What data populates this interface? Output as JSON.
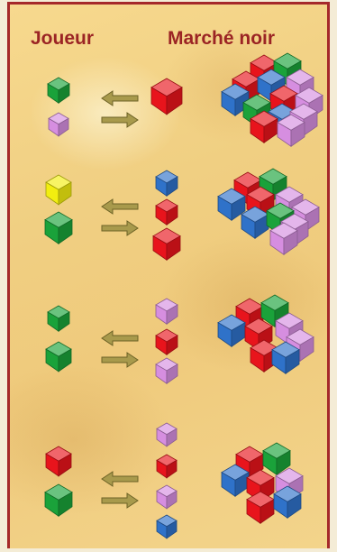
{
  "header": {
    "player_label": "Joueur",
    "market_label": "Marché noir"
  },
  "colors": {
    "frame": "#a5292a",
    "header_text": "#9b2424",
    "arrow": "#a89a4c",
    "red": "#e8141c",
    "green": "#1aa23a",
    "blue": "#2f72c9",
    "pink": "#d68ee0",
    "yellow": "#f2ee10"
  },
  "trades": [
    {
      "player": [
        "green",
        "pink"
      ],
      "market": [
        "red"
      ]
    },
    {
      "player": [
        "yellow",
        "green"
      ],
      "market": [
        "blue",
        "red",
        "red"
      ]
    },
    {
      "player": [
        "green",
        "green"
      ],
      "market": [
        "pink",
        "red",
        "pink"
      ]
    },
    {
      "player": [
        "red",
        "green"
      ],
      "market": [
        "pink",
        "red",
        "pink",
        "blue"
      ]
    }
  ],
  "market_piles": [
    {
      "cube_colors": [
        "red",
        "green",
        "red",
        "blue",
        "pink",
        "red",
        "blue",
        "pink",
        "green",
        "blue",
        "pink",
        "red",
        "pink"
      ]
    },
    {
      "cube_colors": [
        "red",
        "green",
        "blue",
        "red",
        "pink",
        "pink",
        "blue",
        "green",
        "pink",
        "pink"
      ]
    },
    {
      "cube_colors": [
        "red",
        "green",
        "blue",
        "red",
        "pink",
        "pink",
        "red",
        "blue"
      ]
    },
    {
      "cube_colors": [
        "red",
        "green",
        "blue",
        "red",
        "pink",
        "red",
        "blue"
      ]
    }
  ]
}
